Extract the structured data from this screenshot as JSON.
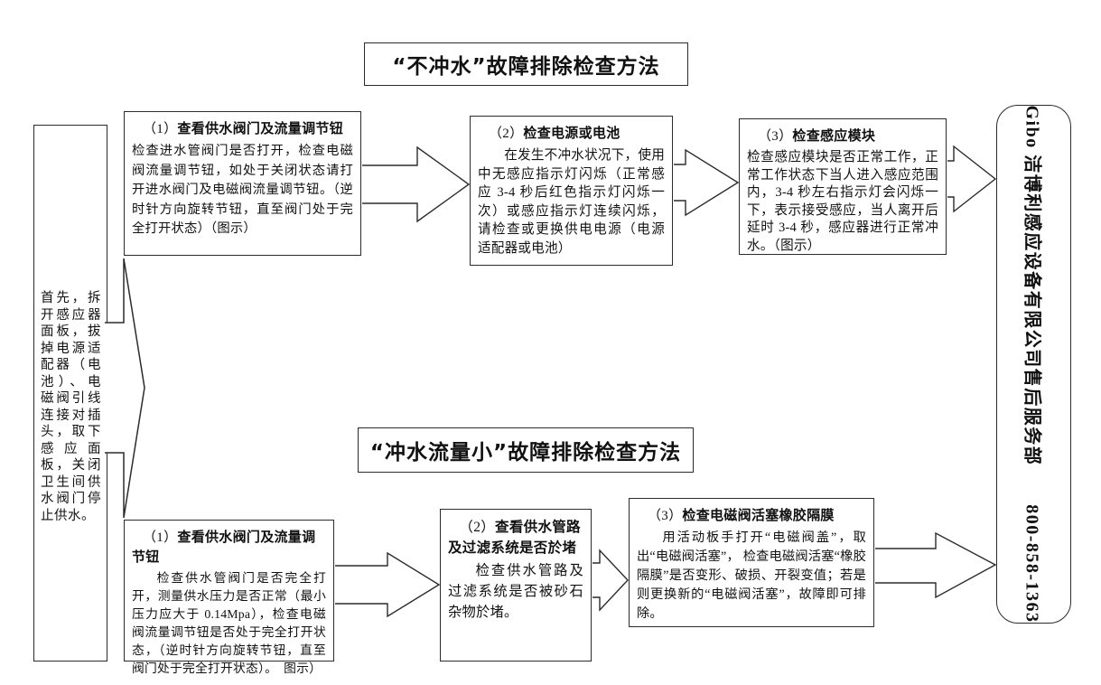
{
  "titles": {
    "no_flush": "“不冲水”故障排除检查方法",
    "low_flow": "“冲水流量小”故障排除检查方法"
  },
  "left_note": "首先，拆开感应器面板，拔掉电源适配器（电池）、电磁阀引线连接对插头，取下感应面板，关闭卫生间供水阀门停止供水。",
  "no_flush_steps": [
    {
      "num": "（1）",
      "title": "查看供水阀门及流量调节钮",
      "body": "检查进水管阀门是否打开，检查电磁阀流量调节钮，如处于关闭状态请打开进水阀门及电磁阀流量调节钮。（逆时针方向旋转节钮，直至阀门处于完全打开状态）（图示）"
    },
    {
      "num": "（2）",
      "title": "检查电源或电池",
      "body": "在发生不冲水状况下，使用中无感应指示灯闪烁（正常感应 3-4 秒后红色指示灯闪烁一次）或感应指示灯连续闪烁，请检查或更换供电电源（电源适配器或电池）"
    },
    {
      "num": "（3）",
      "title": "检查感应模块",
      "body": "检查感应模块是否正常工作，正常工作状态下当人进入感应范围内，3-4 秒左右指示灯会闪烁一下，表示接受感应，当人离开后延时 3-4 秒，感应器进行正常冲水。（图示）"
    }
  ],
  "low_flow_steps": [
    {
      "num": "（1）",
      "title": "查看供水阀门及流量调节钮",
      "body": "检查供水管阀门是否完全打开，测量供水压力是否正常（最小压力应大于 0.14Mpa），检查电磁阀流量调节钮是否处于完全打开状态，（逆时针方向旋转节钮，直至阀门处于完全打开状态）。　图示）"
    },
    {
      "num": "（2）",
      "title": "查看供水管路及过滤系统是否於堵",
      "body": "检查供水管路及过滤系统是否被砂石杂物於堵。"
    },
    {
      "num": "（3）",
      "title": "检查电磁阀活塞橡胶隔膜",
      "body": "用活动板手打开“电磁阀盖”，取出“电磁阀活塞”， 检查电磁阀活塞“橡胶隔膜”是否变形、破损、开裂变值；若是则更换新的“电磁阀活塞”，故障即可排除。"
    }
  ],
  "service": {
    "label": "Gibo 洁博利感应设备有限公司售后服务部　　800-858-1363"
  },
  "colors": {
    "line": "#2b2b2b",
    "background": "#ffffff"
  }
}
